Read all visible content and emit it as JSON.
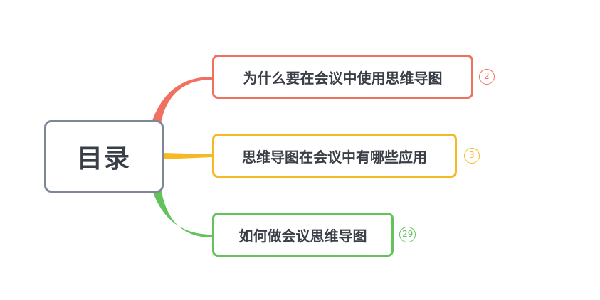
{
  "root": {
    "label": "目录",
    "color": "#7f8796"
  },
  "branches": [
    {
      "label": "为什么要在会议中使用思维导图",
      "count": "2",
      "color": "#f07062"
    },
    {
      "label": "思维导图在会议中有哪些应用",
      "count": "3",
      "color": "#f5b925"
    },
    {
      "label": "如何做会议思维导图",
      "count": "29",
      "color": "#63c35a"
    }
  ]
}
